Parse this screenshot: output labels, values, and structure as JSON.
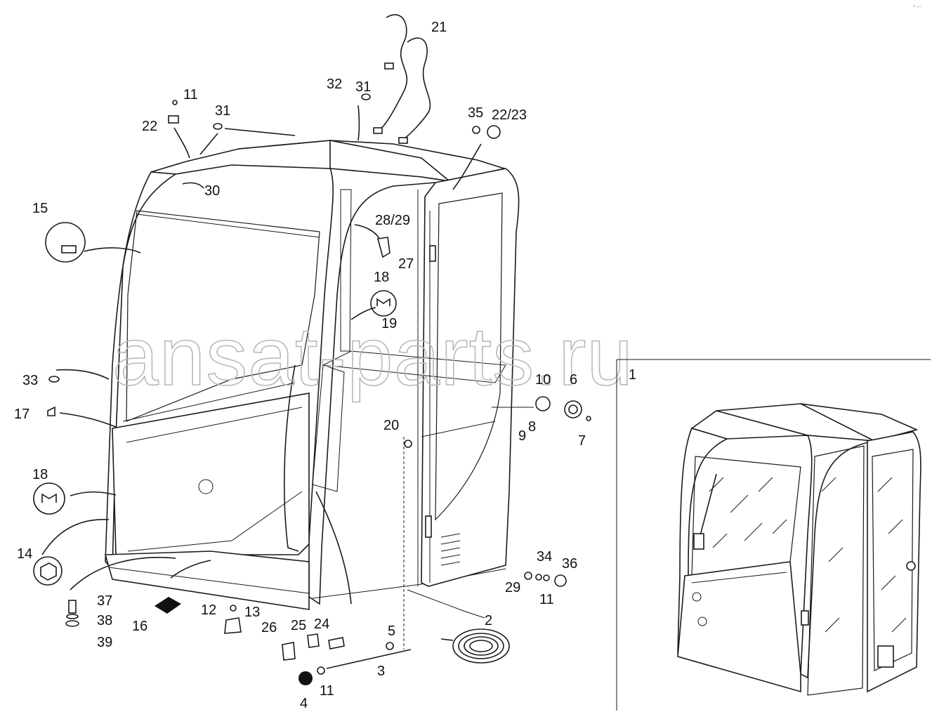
{
  "watermark": "ansat-parts.ru",
  "corner_mark": "* ---",
  "colors": {
    "ink": "#111111",
    "watermark": "#b9b9b9",
    "background": "#ffffff"
  },
  "callouts": [
    {
      "id": "c1",
      "text": "1"
    },
    {
      "id": "c2",
      "text": "2"
    },
    {
      "id": "c3",
      "text": "3"
    },
    {
      "id": "c4",
      "text": "4"
    },
    {
      "id": "c5",
      "text": "5"
    },
    {
      "id": "c6",
      "text": "6"
    },
    {
      "id": "c7",
      "text": "7"
    },
    {
      "id": "c8",
      "text": "8"
    },
    {
      "id": "c9",
      "text": "9"
    },
    {
      "id": "c10",
      "text": "10"
    },
    {
      "id": "c11a",
      "text": "11"
    },
    {
      "id": "c11b",
      "text": "11"
    },
    {
      "id": "c11c",
      "text": "11"
    },
    {
      "id": "c12",
      "text": "12"
    },
    {
      "id": "c13",
      "text": "13"
    },
    {
      "id": "c14",
      "text": "14"
    },
    {
      "id": "c15",
      "text": "15"
    },
    {
      "id": "c16",
      "text": "16"
    },
    {
      "id": "c17",
      "text": "17"
    },
    {
      "id": "c18a",
      "text": "18"
    },
    {
      "id": "c18b",
      "text": "18"
    },
    {
      "id": "c19",
      "text": "19"
    },
    {
      "id": "c20",
      "text": "20"
    },
    {
      "id": "c21",
      "text": "21"
    },
    {
      "id": "c22",
      "text": "22"
    },
    {
      "id": "c22_23",
      "text": "22/23"
    },
    {
      "id": "c24",
      "text": "24"
    },
    {
      "id": "c25",
      "text": "25"
    },
    {
      "id": "c26",
      "text": "26"
    },
    {
      "id": "c27",
      "text": "27"
    },
    {
      "id": "c28_29",
      "text": "28/29"
    },
    {
      "id": "c29",
      "text": "29"
    },
    {
      "id": "c30",
      "text": "30"
    },
    {
      "id": "c31a",
      "text": "31"
    },
    {
      "id": "c31b",
      "text": "31"
    },
    {
      "id": "c32",
      "text": "32"
    },
    {
      "id": "c33",
      "text": "33"
    },
    {
      "id": "c34",
      "text": "34"
    },
    {
      "id": "c35",
      "text": "35"
    },
    {
      "id": "c36",
      "text": "36"
    },
    {
      "id": "c37",
      "text": "37"
    },
    {
      "id": "c38",
      "text": "38"
    },
    {
      "id": "c39",
      "text": "39"
    }
  ]
}
